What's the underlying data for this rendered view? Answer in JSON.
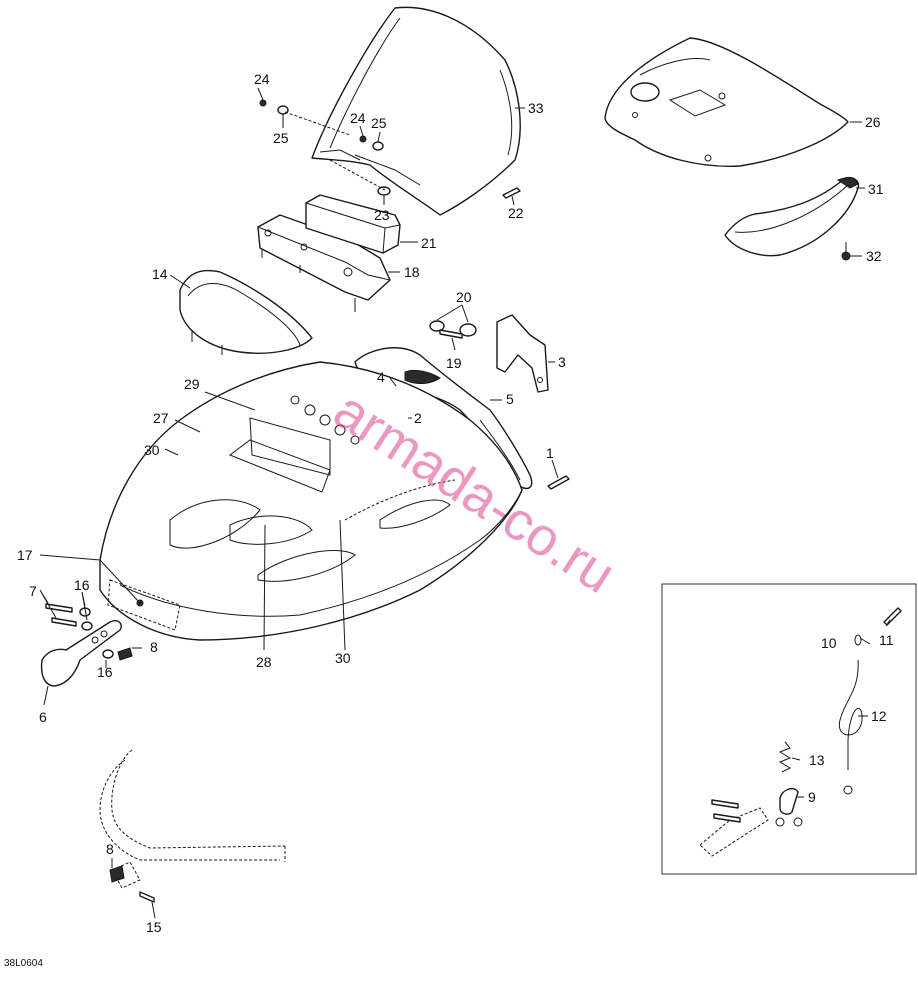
{
  "diagram_code": "38L0604",
  "watermark": "armada-co.ru",
  "callouts": [
    {
      "id": "c1",
      "label": "1"
    },
    {
      "id": "c2",
      "label": "2"
    },
    {
      "id": "c3",
      "label": "3"
    },
    {
      "id": "c4",
      "label": "4"
    },
    {
      "id": "c5",
      "label": "5"
    },
    {
      "id": "c6",
      "label": "6"
    },
    {
      "id": "c7",
      "label": "7"
    },
    {
      "id": "c8a",
      "label": "8"
    },
    {
      "id": "c8b",
      "label": "8"
    },
    {
      "id": "c9",
      "label": "9"
    },
    {
      "id": "c10",
      "label": "10"
    },
    {
      "id": "c11",
      "label": "11"
    },
    {
      "id": "c12",
      "label": "12"
    },
    {
      "id": "c13",
      "label": "13"
    },
    {
      "id": "c14",
      "label": "14"
    },
    {
      "id": "c15",
      "label": "15"
    },
    {
      "id": "c16a",
      "label": "16"
    },
    {
      "id": "c16b",
      "label": "16"
    },
    {
      "id": "c17",
      "label": "17"
    },
    {
      "id": "c18",
      "label": "18"
    },
    {
      "id": "c19",
      "label": "19"
    },
    {
      "id": "c20",
      "label": "20"
    },
    {
      "id": "c21",
      "label": "21"
    },
    {
      "id": "c22",
      "label": "22"
    },
    {
      "id": "c23",
      "label": "23"
    },
    {
      "id": "c24a",
      "label": "24"
    },
    {
      "id": "c24b",
      "label": "24"
    },
    {
      "id": "c25a",
      "label": "25"
    },
    {
      "id": "c25b",
      "label": "25"
    },
    {
      "id": "c26",
      "label": "26"
    },
    {
      "id": "c27",
      "label": "27"
    },
    {
      "id": "c28",
      "label": "28"
    },
    {
      "id": "c29",
      "label": "29"
    },
    {
      "id": "c30a",
      "label": "30"
    },
    {
      "id": "c30b",
      "label": "30"
    },
    {
      "id": "c31",
      "label": "31"
    },
    {
      "id": "c32",
      "label": "32"
    },
    {
      "id": "c33",
      "label": "33"
    }
  ]
}
